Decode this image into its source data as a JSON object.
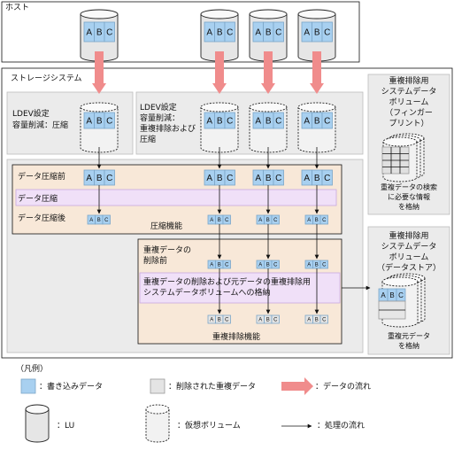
{
  "host": {
    "title": "ホスト"
  },
  "storage": {
    "title": "ストレージシステム"
  },
  "cell_letters": [
    "A",
    "B",
    "C"
  ],
  "ldev_left": {
    "line1": "LDEV設定",
    "line2": "容量削減：圧縮"
  },
  "ldev_right": {
    "line1": "LDEV設定",
    "line2": "容量削減：",
    "line3": "重複排除および",
    "line4": "圧縮"
  },
  "compression": {
    "before": "データ圧縮前",
    "process": "データ圧縮",
    "after": "データ圧縮後",
    "function_label": "圧縮機能"
  },
  "dedup": {
    "before_line1": "重複データの",
    "before_line2": "削除前",
    "process_line1": "重複データの削除および元データの重複排除用",
    "process_line2": "システムデータボリュームへの格納",
    "function_label": "重複排除機能"
  },
  "fingerprint_vol": {
    "title_lines": [
      "重複排除用",
      "システムデータ",
      "ボリューム",
      "（フィンガー",
      "プリント）"
    ],
    "desc_lines": [
      "重複データの検索",
      "に必要な情報",
      "を格納"
    ]
  },
  "datastore_vol": {
    "title_lines": [
      "重複排除用",
      "システムデータ",
      "ボリューム",
      "（データストア）"
    ],
    "desc_lines": [
      "重複元データ",
      "を格納"
    ]
  },
  "legend": {
    "title": "（凡例）",
    "write_data": "：書き込みデータ",
    "deleted_dup": "：削除された重複データ",
    "data_flow": "：データの流れ",
    "lu": "：LU",
    "virtual_vol": "：仮想ボリューム",
    "process_flow": "：処理の流れ"
  },
  "colors": {
    "cell_blue": "#a8d0f0",
    "cell_gray": "#e4e4e4",
    "flow_pink": "#f08c8c",
    "compress_bg": "#f8e8d8",
    "process_bg": "#f0e0f8",
    "panel_bg": "#ebebeb"
  }
}
